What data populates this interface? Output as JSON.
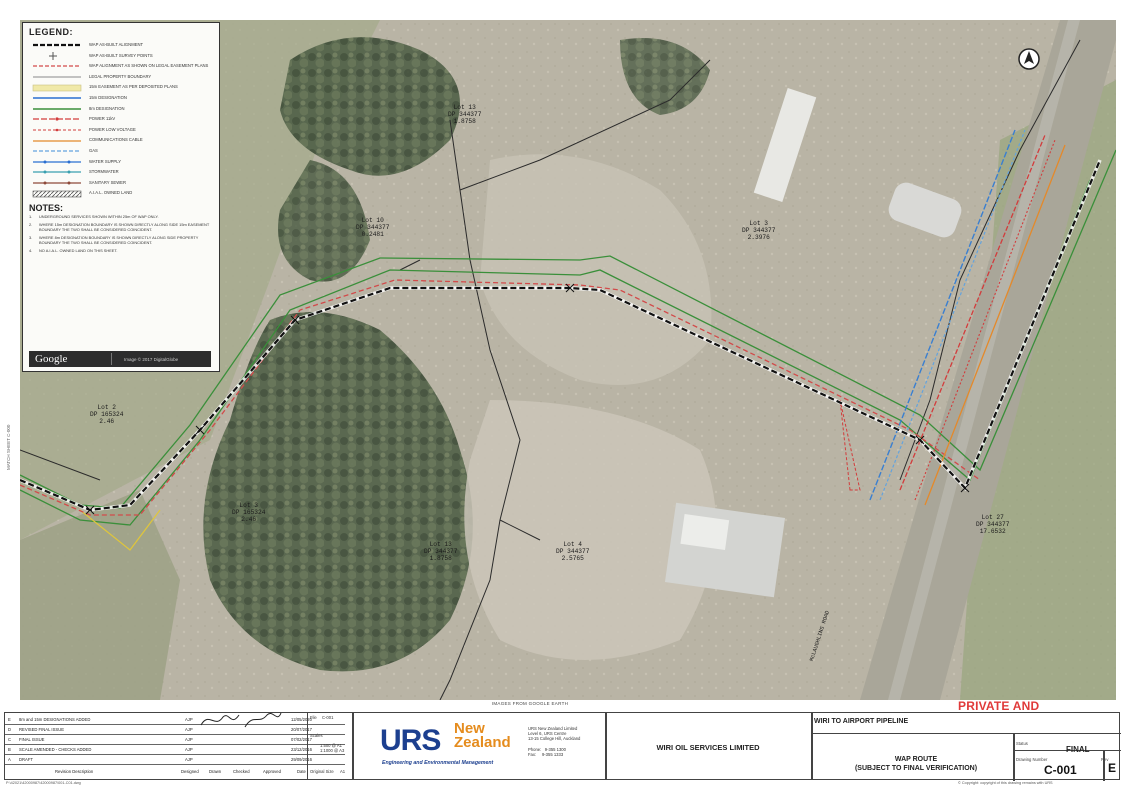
{
  "legend": {
    "title": "LEGEND:",
    "items": [
      {
        "label": "WAP AS-BUILT ALIGNMENT",
        "style": "black-dashed"
      },
      {
        "label": "WAP AS-BUILT SURVEY POINTS",
        "style": "cross"
      },
      {
        "label": "WAP ALIGNMENT AS SHOWN ON LEGAL EASEMENT PLANS",
        "style": "red-dashed"
      },
      {
        "label": "LEGAL PROPERTY BOUNDARY",
        "style": "thin-grey"
      },
      {
        "label": "15m EASEMENT AS PER DEPOSITED PLANS",
        "style": "band"
      },
      {
        "label": "15m DESIGNATION",
        "style": "blue-solid"
      },
      {
        "label": "8m DESIGNATION",
        "style": "green-solid"
      },
      {
        "label": "POWER 11kV",
        "style": "red-dot"
      },
      {
        "label": "POWER LOW VOLTAGE",
        "style": "red-dot2"
      },
      {
        "label": "COMMUNICATIONS CABLE",
        "style": "orange"
      },
      {
        "label": "GAS",
        "style": "lightblue-dash"
      },
      {
        "label": "WATER SUPPLY",
        "style": "blue-dot"
      },
      {
        "label": "STORMWATER",
        "style": "teal-dot"
      },
      {
        "label": "SANITARY SEWER",
        "style": "brown-dot"
      },
      {
        "label": "A.I.A.L. OWNED LAND",
        "style": "hatch"
      }
    ]
  },
  "notes": {
    "title": "NOTES:",
    "items": [
      {
        "num": "1.",
        "text": "UNDERGROUND SERVICES SHOWN WITHIN 25m OF WAP ONLY."
      },
      {
        "num": "2.",
        "text": "WHERE 15m DESIGNATION BOUNDARY IS SHOWN DIRECTLY ALONG SIDE 15m EASEMENT BOUNDARY THE TWO SHALL BE CONSIDERED COINCIDENT."
      },
      {
        "num": "3.",
        "text": "WHERE 8m DESIGNATION BOUNDARY IS SHOWN DIRECTLY ALONG SIDE PROPERTY BOUNDARY THE TWO SHALL BE CONSIDERED COINCIDENT."
      },
      {
        "num": "4.",
        "text": "NO A.I.A.L. OWNED LAND ON THIS SHEET."
      }
    ],
    "google_logo": "Google",
    "google_credit": "Image © 2017 DigitalGlobe"
  },
  "map": {
    "parcels": [
      {
        "id": "lot13-top",
        "text": "Lot 13\nDP 344377\n1.8758"
      },
      {
        "id": "lot10",
        "text": "Lot 10\nDP 344377\n0.2481"
      },
      {
        "id": "lot3-right",
        "text": "Lot 3\nDP 344377\n2.3976"
      },
      {
        "id": "lot2",
        "text": "Lot 2\nDP 165324\n2.46"
      },
      {
        "id": "lot3-left",
        "text": "Lot 3\nDP 165324\n2.46"
      },
      {
        "id": "lot13-mid",
        "text": "Lot 13\nDP 344377\n1.8758"
      },
      {
        "id": "lot4",
        "text": "Lot 4\nDP 344377\n2.5765"
      },
      {
        "id": "lot27",
        "text": "Lot 27\nDP 344377\n17.6532"
      }
    ],
    "road_label": "McLAUGHLINS ROAD",
    "caption": "IMAGES FROM GOOGLE EARTH",
    "match_line": "MATCH SHEET C-000",
    "confidential": "PRIVATE AND CONFIDENTIAL"
  },
  "title_block": {
    "revisions": [
      {
        "rev": "E",
        "desc": "8m and 15m DESIGNATIONS ADDED",
        "by": "AJP",
        "date": "12/05/2020"
      },
      {
        "rev": "D",
        "desc": "REVISED FINAL ISSUE",
        "by": "AJP",
        "date": "20/07/2017"
      },
      {
        "rev": "C",
        "desc": "FINAL ISSUE",
        "by": "AJP",
        "date": "07/02/2017"
      },
      {
        "rev": "B",
        "desc": "SCALE AMENDED - CHECKS ADDED",
        "by": "AJP",
        "date": "23/12/2016"
      },
      {
        "rev": "A",
        "desc": "DRAFT",
        "by": "AJP",
        "date": "29/09/2016"
      }
    ],
    "rev_header": "Revision Description",
    "designed_label": "Designed",
    "drawn_label": "Drawn",
    "checked_label": "Checked",
    "approved_label": "Approved",
    "date_label": "Date",
    "file_label": "File",
    "file_value": "C-001",
    "scale_label": "Scales",
    "scale_value": "1:500 @ A1\n1:1000 @ A3",
    "original_size_label": "Original Size",
    "original_size": "A1",
    "company_main": "URS",
    "company_nz": "New\nZealand",
    "company_sub": "Engineering and Environmental Management",
    "address": "URS New Zealand Limited\nLevel 6, URS Centre\n13-15 College Hill, Auckland\n\nPhone:   9-355 1300\nFax:     9-355 1333",
    "client": "WIRI OIL SERVICES LIMITED",
    "project": "WIRI TO AIRPORT PIPELINE",
    "drawing_title": "WAP ROUTE\n(SUBJECT TO FINAL VERIFICATION)",
    "status_label": "Status",
    "status": "FINAL",
    "drawing_number_label": "Drawing Number",
    "drawing_number": "C-001",
    "rev_label": "Rev",
    "revision": "E",
    "footer_left": "P:\\42021\\42000987\\42000987\\001-C01.dwg",
    "footer_right": "© Copyright: copyright of this drawing remains with URS"
  }
}
